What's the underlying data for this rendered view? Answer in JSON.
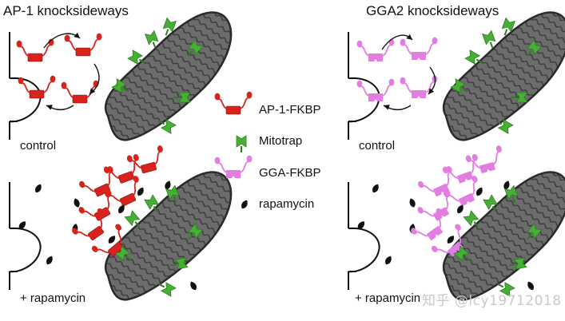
{
  "panels": {
    "ap1_title": "AP-1 knocksideways",
    "gga2_title": "GGA2 knocksideways",
    "control_label": "control",
    "rapamycin_condition_label": "+ rapamycin"
  },
  "legend": {
    "items": [
      {
        "icon": "ap1-fkbp-icon",
        "label": "AP-1-FKBP",
        "color": "#d8231c"
      },
      {
        "icon": "mitotrap-icon",
        "label": "Mitotrap",
        "color": "#46b034"
      },
      {
        "icon": "gga-fkbp-icon",
        "label": "GGA-FKBP",
        "color": "#e27de2"
      },
      {
        "icon": "rapamycin-icon",
        "label": "rapamycin",
        "color": "#111111"
      }
    ]
  },
  "colors": {
    "ap1": "#d8231c",
    "mitotrap": "#46b034",
    "gga": "#e27de2",
    "mitochondrion": "#6a6a6a",
    "rapamycin": "#111111"
  },
  "watermark": "知乎 @lcy19712018"
}
